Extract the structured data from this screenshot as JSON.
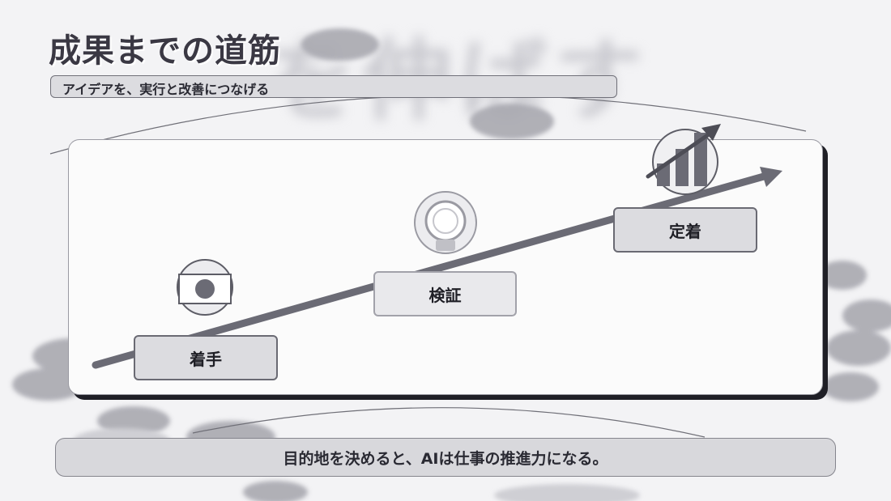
{
  "slide": {
    "title": "成果までの道筋",
    "subtitle": "アイデアを、実行と改善につなげる",
    "background_text": "を伸ばす"
  },
  "steps": [
    {
      "label": "着手",
      "icon": "target-icon"
    },
    {
      "label": "検証",
      "icon": "lightbulb-icon"
    },
    {
      "label": "定着",
      "icon": "growth-chart-icon"
    }
  ],
  "footer": {
    "text": "目的地を決めると、AIは仕事の推進力になる。"
  },
  "colors": {
    "accent": "#6b6b75",
    "text": "#2a2a33",
    "card": "#fbfbfb",
    "box": "#dcdce0"
  }
}
